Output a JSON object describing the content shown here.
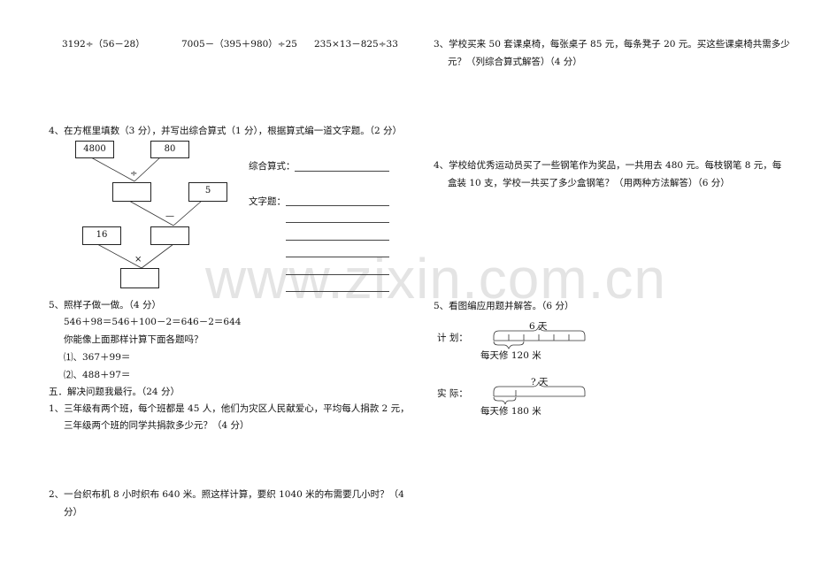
{
  "watermark": "www.zixin.com.cn",
  "left": {
    "calc_row": [
      "3192÷（56－28）",
      "7005－（395＋980）÷25",
      "235×13－825÷33"
    ],
    "q4": {
      "title": "4、在方框里填数（3 分），并写出综合算式（1 分），根据算式编一道文字题。（2 分）",
      "tree": {
        "box_4800": "4800",
        "box_80": "80",
        "op_divide": "÷",
        "box_5": "5",
        "op_minus": "—",
        "box_16": "16",
        "op_times": "×"
      },
      "formula_label": "综合算式：",
      "word_problem_label": "文字题："
    },
    "q5": {
      "title": "5、照样子做一做。（4 分）",
      "example": "546＋98＝546＋100－2＝646－2＝644",
      "prompt": "你能像上面那样计算下面各题吗？",
      "items": [
        "⑴、367＋99＝",
        "⑵、488＋97＝"
      ]
    },
    "section5": {
      "title": "五．解决问题我最行。（24 分）",
      "q1_line1": "1、三年级有两个班，每个班都是 45 人，他们为灾区人民献爱心，平均每人捐款 2 元，",
      "q1_line2": "三年级两个班的同学共捐款多少元？（4 分）",
      "q2_line1": "2、一台织布机 8 小时织布 640 米。照这样计算，要织 1040 米的布需要几小时？（4",
      "q2_line2": "分）"
    }
  },
  "right": {
    "q3_line1": "3、学校买来 50 套课桌椅，每张桌子 85 元，每条凳子 20 元。买这些课桌椅共需多少",
    "q3_line2": "元？（列综合算式解答）（4 分）",
    "q4_line1": "4、学校给优秀运动员买了一些钢笔作为奖品，一共用去 480 元。每枝钢笔 8 元，每",
    "q4_line2": "盒装 10 支，学校一共买了多少盒钢笔？（用两种方法解答）（6 分）",
    "q5": {
      "title": "5、看图编应用题并解答。（6 分）",
      "plan_label": "计  划：",
      "plan_total": "6 天",
      "plan_daily": "每天修 120 米",
      "actual_label": "实  际：",
      "actual_total": "? 天",
      "actual_daily": "每天修 180 米"
    }
  }
}
